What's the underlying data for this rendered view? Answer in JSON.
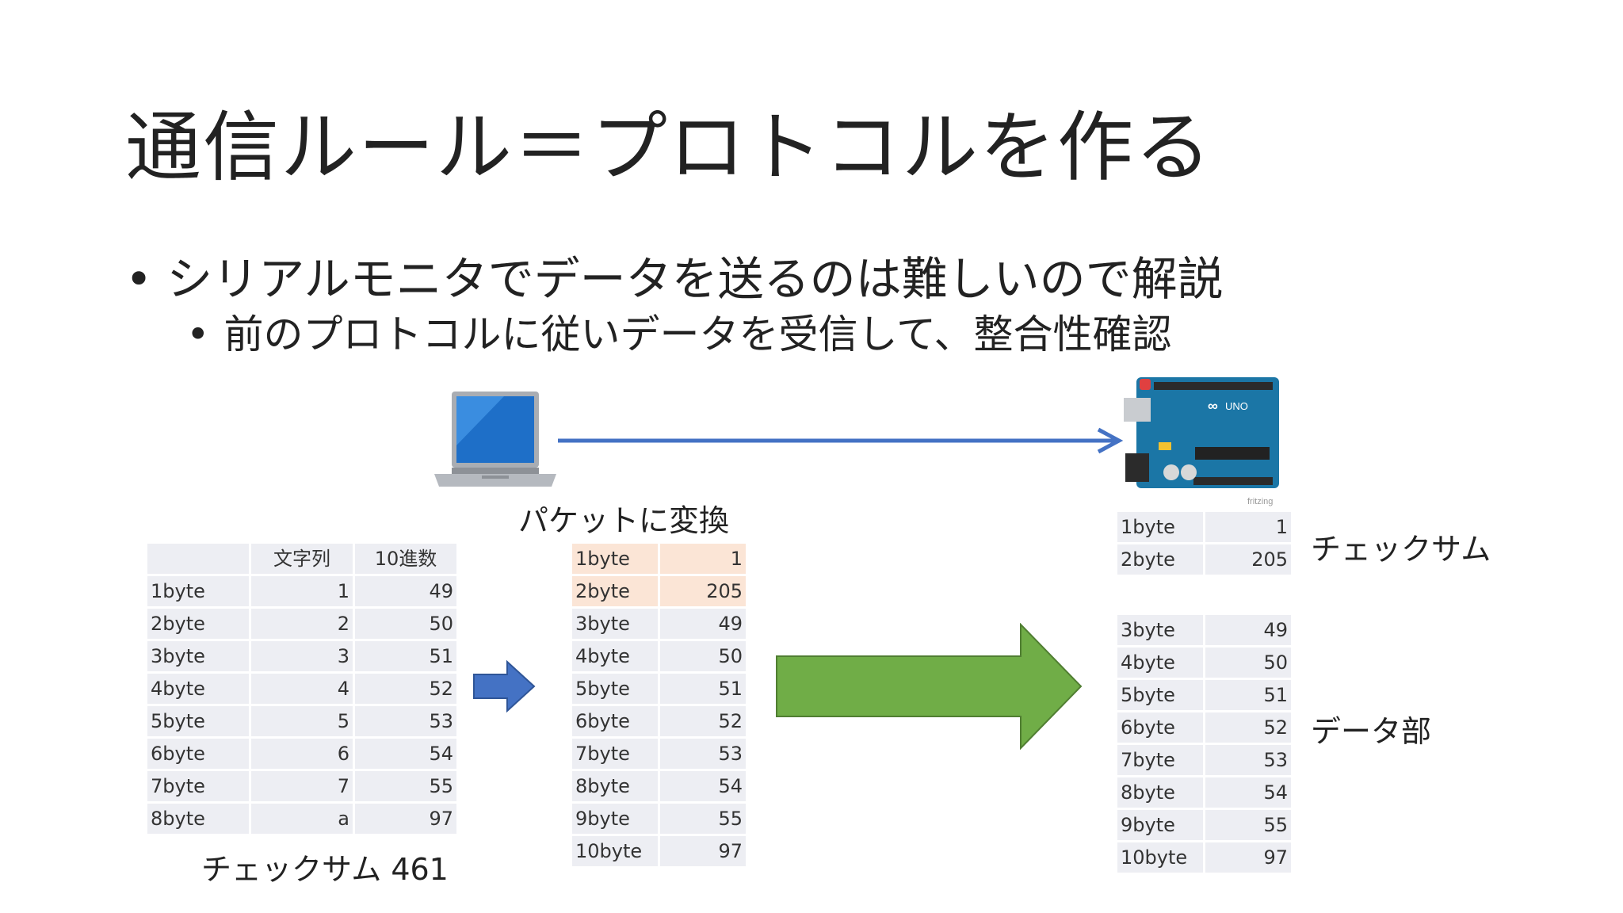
{
  "title": "通信ルール＝プロトコルを作る",
  "bullets": {
    "dot": "•",
    "level1": "シリアルモニタでデータを送るのは難しいので解説",
    "level2": "前のプロトコルに従いデータを受信して、整合性確認"
  },
  "diagram": {
    "packet_label": "パケットに変換",
    "board_brand": "fritzing",
    "board_logo": "UNO",
    "checksum_total": "チェックサム 461",
    "checksum_label": "チェックサム",
    "data_label": "データ部"
  },
  "source_table": {
    "headers": [
      "",
      "文字列",
      "10進数"
    ],
    "rows": [
      [
        "1byte",
        "1",
        "49"
      ],
      [
        "2byte",
        "2",
        "50"
      ],
      [
        "3byte",
        "3",
        "51"
      ],
      [
        "4byte",
        "4",
        "52"
      ],
      [
        "5byte",
        "5",
        "53"
      ],
      [
        "6byte",
        "6",
        "54"
      ],
      [
        "7byte",
        "7",
        "55"
      ],
      [
        "8byte",
        "a",
        "97"
      ]
    ]
  },
  "packet_table": {
    "rows": [
      [
        "1byte",
        "1"
      ],
      [
        "2byte",
        "205"
      ],
      [
        "3byte",
        "49"
      ],
      [
        "4byte",
        "50"
      ],
      [
        "5byte",
        "51"
      ],
      [
        "6byte",
        "52"
      ],
      [
        "7byte",
        "53"
      ],
      [
        "8byte",
        "54"
      ],
      [
        "9byte",
        "55"
      ],
      [
        "10byte",
        "97"
      ]
    ]
  },
  "checksum_table": {
    "rows": [
      [
        "1byte",
        "1"
      ],
      [
        "2byte",
        "205"
      ]
    ]
  },
  "data_table": {
    "rows": [
      [
        "3byte",
        "49"
      ],
      [
        "4byte",
        "50"
      ],
      [
        "5byte",
        "51"
      ],
      [
        "6byte",
        "52"
      ],
      [
        "7byte",
        "53"
      ],
      [
        "8byte",
        "54"
      ],
      [
        "9byte",
        "55"
      ],
      [
        "10byte",
        "97"
      ]
    ]
  },
  "colors": {
    "table_bg": "#edeef3",
    "highlight": "#fbe5d6",
    "blue_arrow": "#4472c4",
    "green_arrow": "#70ad47"
  },
  "icons": [
    "laptop-icon",
    "arduino-uno-board",
    "blue-right-arrow",
    "green-right-arrow"
  ]
}
